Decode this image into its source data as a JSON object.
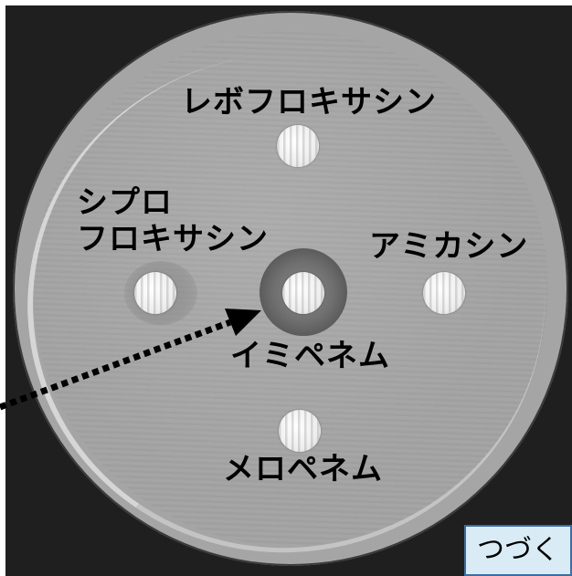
{
  "plate": {
    "labels": {
      "levofloxacin": "レボフロキサシン",
      "ciprofloxacin_line1": "シプロ",
      "ciprofloxacin_line2": "フロキサシン",
      "amikacin": "アミカシン",
      "imipenem": "イミペネム",
      "meropenem": "メロペネム"
    }
  },
  "navigation": {
    "next_label": "つづく"
  },
  "colors": {
    "button_background": "#d9ecf5",
    "button_border": "#3a6ea5",
    "label_text": "#000000"
  }
}
